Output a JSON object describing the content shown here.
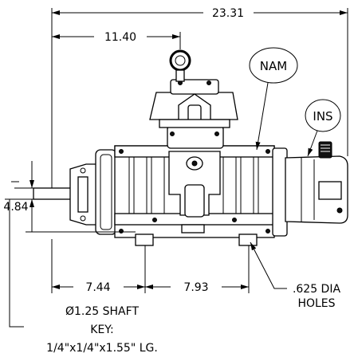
{
  "dimensions": {
    "overall_length": "23.31",
    "flange_to_center": "11.40",
    "shaft_height": "4.84",
    "hole_to_flange": "7.44",
    "hole_spacing": "7.93"
  },
  "callouts": {
    "nameplate": "NAM",
    "instruction": "INS"
  },
  "notes": {
    "holes": ".625 DIA HOLES",
    "holes_line1": ".625 DIA",
    "holes_line2": "HOLES",
    "shaft_line1": "Ø1.25 SHAFT",
    "shaft_line2": "KEY:",
    "shaft_line3": "1/4\"x1/4\"x1.55\" LG."
  }
}
